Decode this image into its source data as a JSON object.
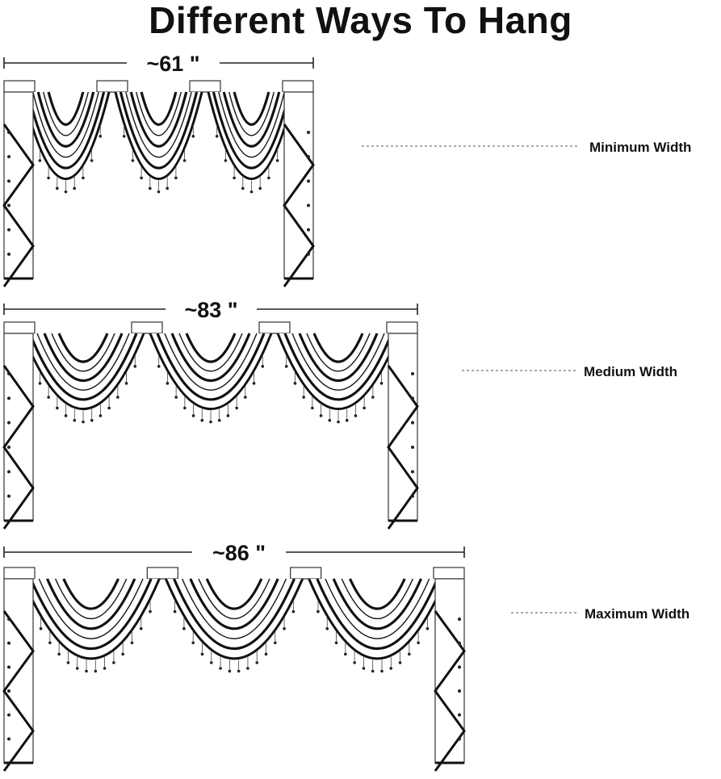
{
  "title": "Different Ways To Hang",
  "variants": [
    {
      "measurement": "~61 \"",
      "label": "Minimum Width",
      "swags": 3
    },
    {
      "measurement": "~83 \"",
      "label": "Medium Width",
      "swags": 3
    },
    {
      "measurement": "~86 \"",
      "label": "Maximum Width",
      "swags": 3
    }
  ]
}
